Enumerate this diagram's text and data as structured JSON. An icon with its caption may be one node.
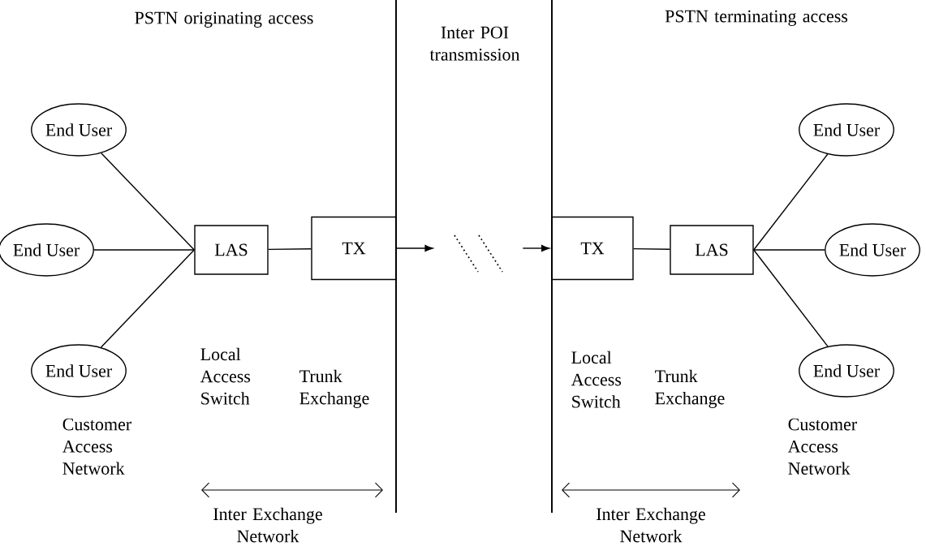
{
  "diagram": {
    "nodes": [
      {
        "text": [
          "End User"
        ]
      },
      {
        "text": [
          "End User"
        ]
      },
      {
        "text": [
          "End User"
        ]
      },
      {
        "text": [
          "LAS"
        ]
      },
      {
        "text": [
          "TX"
        ]
      },
      {
        "text": [
          "TX"
        ]
      },
      {
        "text": [
          "LAS"
        ]
      },
      {
        "text": [
          "End User"
        ]
      },
      {
        "text": [
          "End User"
        ]
      },
      {
        "text": [
          "End User"
        ]
      }
    ],
    "edges": [
      {
        "from": 0,
        "to": 3,
        "arrow": "none"
      },
      {
        "from": 1,
        "to": 3,
        "arrow": "none"
      },
      {
        "from": 2,
        "to": 3,
        "arrow": "none"
      },
      {
        "from": 3,
        "to": 4,
        "arrow": "none"
      },
      {
        "from": 4,
        "to": null,
        "arrow": "to"
      },
      {
        "from": null,
        "to": 5,
        "arrow": "to"
      },
      {
        "from": 5,
        "to": 6,
        "arrow": "none"
      },
      {
        "from": 6,
        "to": 7,
        "arrow": "none"
      },
      {
        "from": 6,
        "to": 8,
        "arrow": "none"
      },
      {
        "from": 6,
        "to": 9,
        "arrow": "none"
      }
    ],
    "labels": [
      "PSTN originating access",
      "Inter POI transmission",
      "PSTN terminating access",
      "Local Access Switch",
      "Trunk Exchange",
      "Customer Access Network",
      "Inter Exchange Network",
      "Local Access Switch",
      "Trunk Exchange",
      "Customer Access Network",
      "Inter Exchange Network"
    ]
  }
}
